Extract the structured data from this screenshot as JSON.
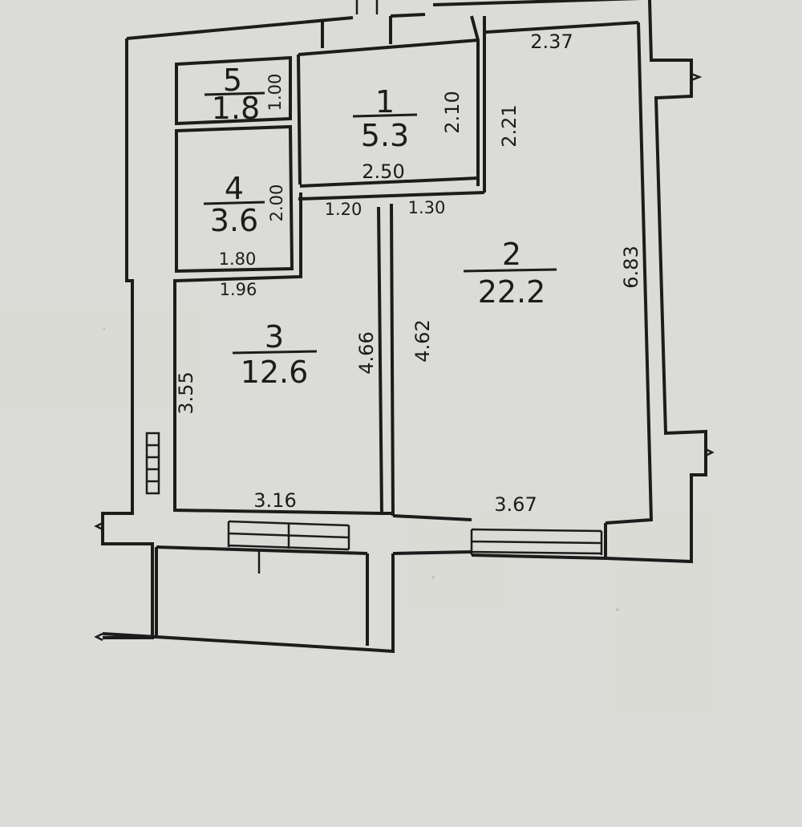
{
  "rooms": [
    {
      "id": "1",
      "number": "1",
      "area": "5.3"
    },
    {
      "id": "2",
      "number": "2",
      "area": "22.2"
    },
    {
      "id": "3",
      "number": "3",
      "area": "12.6"
    },
    {
      "id": "4",
      "number": "4",
      "area": "3.6"
    },
    {
      "id": "5",
      "number": "5",
      "area": "1.8"
    }
  ],
  "dimensions": {
    "top_right": "2.37",
    "room5_height": "1.00",
    "room1_height": "2.10",
    "room2_top_height": "2.21",
    "room1_width": "2.50",
    "room4_height": "2.00",
    "corridor_left": "1.20",
    "corridor_right": "1.30",
    "room4_width": "1.80",
    "room3_top_width": "1.96",
    "room2_height": "6.83",
    "room3_right_height": "4.66",
    "room2_left_height": "4.62",
    "room3_left_height": "3.55",
    "room3_width": "3.16",
    "room2_width": "3.67"
  }
}
